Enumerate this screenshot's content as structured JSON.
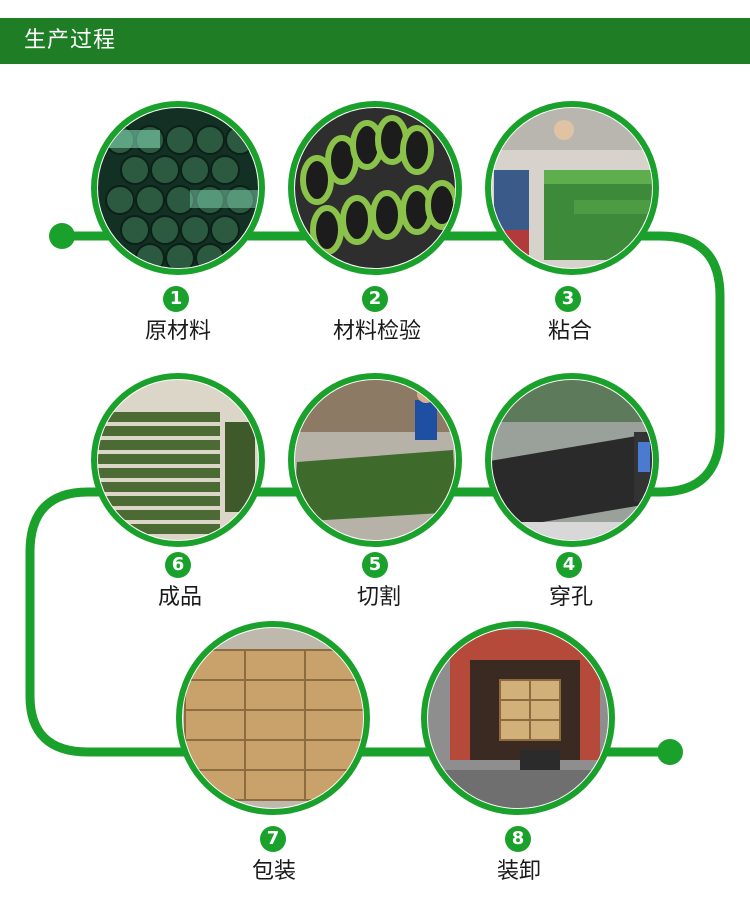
{
  "header": {
    "title": "生产过程"
  },
  "colors": {
    "header": "#1e7d25",
    "flow_line": "#1aa12b",
    "badge": "#1aa12b"
  },
  "steps": [
    {
      "number": "1",
      "label": "原材料",
      "image": "green-rolled-raw-materials-photo"
    },
    {
      "number": "2",
      "label": "材料检验",
      "image": "rolled-turf-inspection-photo"
    },
    {
      "number": "3",
      "label": "粘合",
      "image": "workers-bonding-turf-photo"
    },
    {
      "number": "4",
      "label": "穿孔",
      "image": "perforation-machine-photo"
    },
    {
      "number": "5",
      "label": "切割",
      "image": "cutting-turf-photo"
    },
    {
      "number": "6",
      "label": "成品",
      "image": "stacked-finished-turf-photo"
    },
    {
      "number": "7",
      "label": "包装",
      "image": "cardboard-boxes-packing-photo"
    },
    {
      "number": "8",
      "label": "装卸",
      "image": "container-loading-photo"
    }
  ]
}
